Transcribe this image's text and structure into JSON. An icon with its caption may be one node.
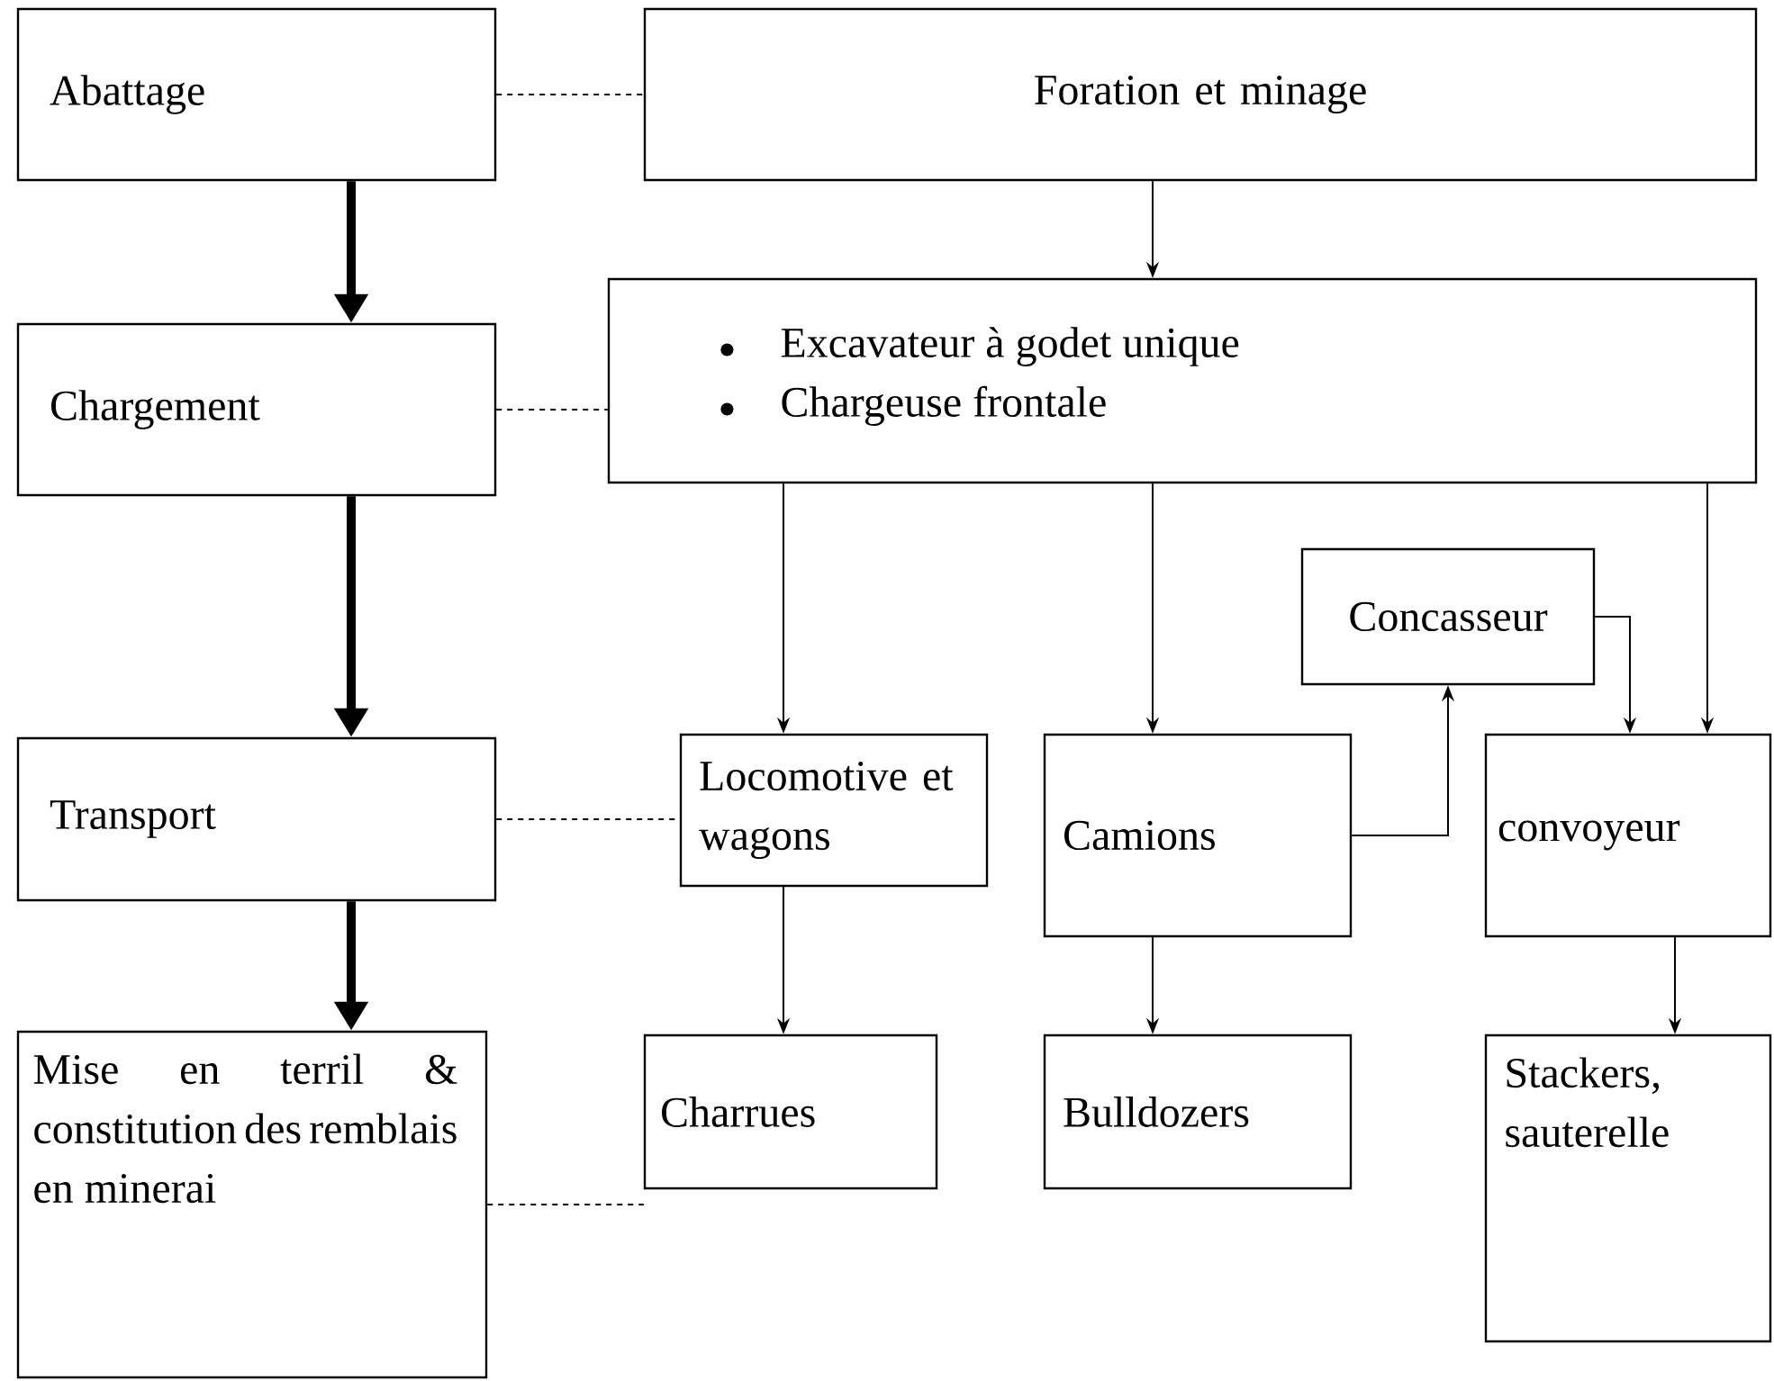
{
  "diagram": {
    "nodes": [
      {
        "text": [
          "Abattage"
        ]
      },
      {
        "text": [
          "Foration et minage"
        ]
      },
      {
        "text": [
          "Chargement"
        ]
      },
      {
        "text": [
          "Excavateur à godet unique",
          "Chargeuse frontale"
        ]
      },
      {
        "text": [
          "Concasseur"
        ]
      },
      {
        "text": [
          "Transport"
        ]
      },
      {
        "text": [
          "Locomotive et wagons"
        ]
      },
      {
        "text": [
          "Camions"
        ]
      },
      {
        "text": [
          "convoyeur"
        ]
      },
      {
        "text": [
          "Mise en terril & constitution des remblais en minerai"
        ]
      },
      {
        "text": [
          "Charrues"
        ]
      },
      {
        "text": [
          "Bulldozers"
        ]
      },
      {
        "text": [
          "Stackers, sauterelle"
        ]
      }
    ],
    "edges": [
      {
        "from": 0,
        "to": 2,
        "arrow": "to",
        "style": "thick"
      },
      {
        "from": 2,
        "to": 5,
        "arrow": "to",
        "style": "thick"
      },
      {
        "from": 5,
        "to": 9,
        "arrow": "to",
        "style": "thick"
      },
      {
        "from": 0,
        "to": 1,
        "arrow": "none",
        "style": "dashed"
      },
      {
        "from": 2,
        "to": 3,
        "arrow": "none",
        "style": "dashed"
      },
      {
        "from": 5,
        "to": 6,
        "arrow": "none",
        "style": "dashed"
      },
      {
        "from": 9,
        "to": 10,
        "arrow": "none",
        "style": "dashed"
      },
      {
        "from": 1,
        "to": 3,
        "arrow": "to"
      },
      {
        "from": 3,
        "to": 6,
        "arrow": "to"
      },
      {
        "from": 3,
        "to": 7,
        "arrow": "to"
      },
      {
        "from": 3,
        "to": 8,
        "arrow": "to"
      },
      {
        "from": 7,
        "to": 4,
        "arrow": "to"
      },
      {
        "from": 4,
        "to": 8,
        "arrow": "to"
      },
      {
        "from": 6,
        "to": 10,
        "arrow": "to"
      },
      {
        "from": 7,
        "to": 11,
        "arrow": "to"
      },
      {
        "from": 8,
        "to": 12,
        "arrow": "to"
      }
    ]
  }
}
